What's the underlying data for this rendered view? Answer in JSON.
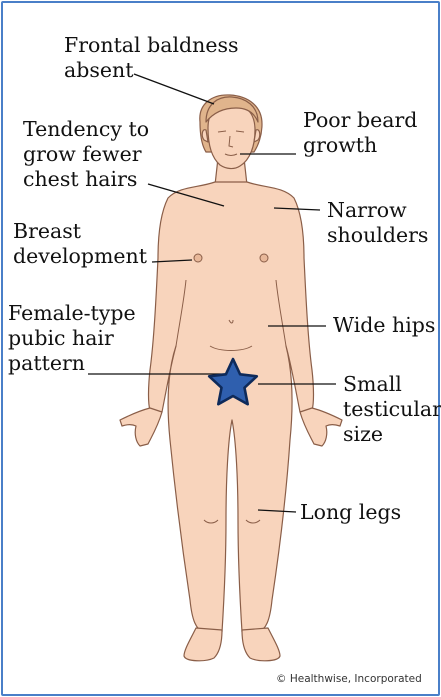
{
  "labels": {
    "frontal_baldness": [
      "Frontal baldness",
      "absent"
    ],
    "poor_beard": [
      "Poor beard",
      "growth"
    ],
    "chest_hair": [
      "Tendency to",
      "grow fewer",
      "chest hairs"
    ],
    "narrow_shoulders": [
      "Narrow",
      "shoulders"
    ],
    "breast_dev": [
      "Breast",
      "development"
    ],
    "pubic_hair": [
      "Female-type",
      "pubic hair",
      "pattern"
    ],
    "wide_hips": "Wide hips",
    "testicular": [
      "Small",
      "testicular",
      "size"
    ],
    "long_legs": "Long legs"
  },
  "credit": "© Healthwise, Incorporated",
  "colors": {
    "frame": "#4a7fc8",
    "skin": "#f8d4bc",
    "outline": "#8a5e48",
    "hair": "#e0b48c",
    "star_fill": "#2f5fae",
    "star_stroke": "#0e2a5a",
    "leader": "#111111"
  }
}
